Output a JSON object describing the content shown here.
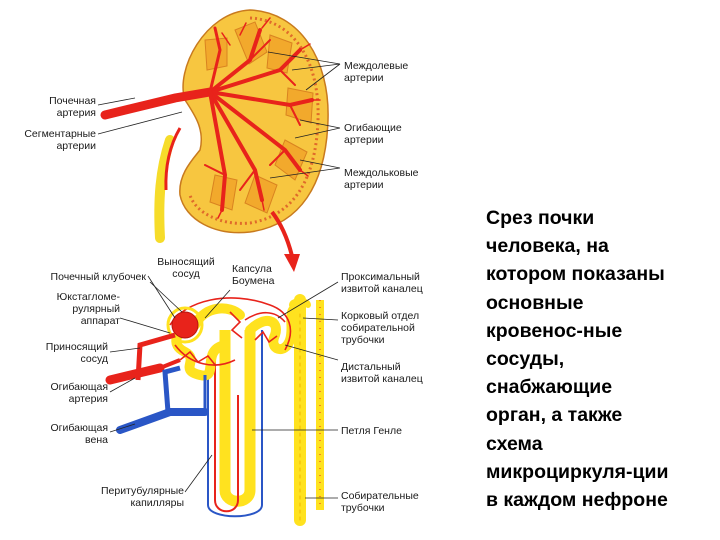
{
  "figure": {
    "kidney_labels": {
      "interlobar_arteries": "Междолевые\nартерии",
      "renal_artery": "Почечная\nартерия",
      "segmental_arteries": "Сегментарные\nартерии",
      "arcuate_arteries": "Огибающие\nартерии",
      "interlobular_arteries": "Междольковые\nартерии"
    },
    "nephron_labels": {
      "efferent_vessel": "Выносящий\nсосуд",
      "bowman_capsule": "Капсула\nБоумена",
      "glomerulus": "Почечный клубочек",
      "juxtaglomerular": "Юкстагломе-\nрулярный\nаппарат",
      "afferent_vessel": "Приносящий\nсосуд",
      "arcuate_artery": "Огибающая\nартерия",
      "arcuate_vein": "Огибающая\nвена",
      "peritubular_capillaries": "Перитубулярные\nкапилляры",
      "proximal_tubule": "Проксимальный\nизвитой каналец",
      "cortical_collecting": "Корковый отдел\nсобирательной\nтрубочки",
      "distal_tubule": "Дистальный\nизвитой каналец",
      "loop_of_henle": "Петля Генле",
      "collecting_ducts": "Собирательные\nтрубочки"
    }
  },
  "caption": "Срез почки\nчеловека, на\nкотором показаны\nосновные\nкровенос-ные\nсосуды,\nснабжающие\nорган, а также\nсхема\nмикроциркуля-ции\nв каждом нефроне",
  "colors": {
    "artery": "#e8231b",
    "vein": "#2a56c6",
    "tubule": "#ffe21f",
    "kidney_bg": "#f7c640",
    "pyramid": "#f2a92c"
  }
}
